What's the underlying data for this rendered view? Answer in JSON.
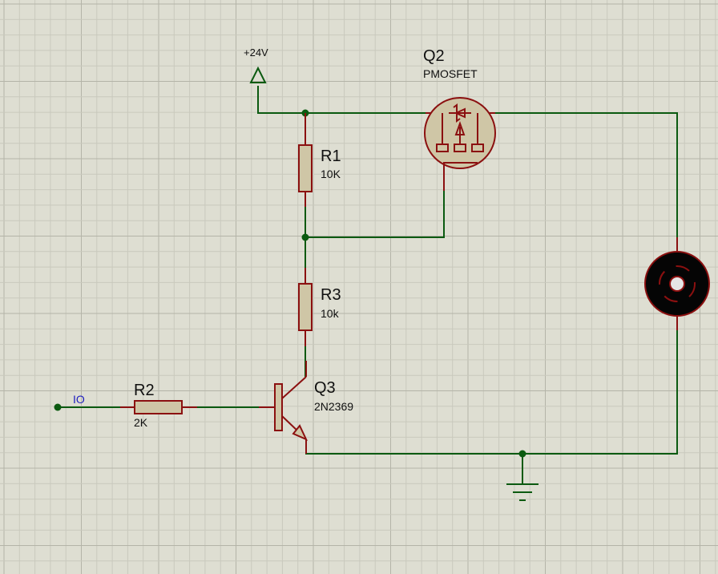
{
  "components": {
    "power": {
      "label": "+24V"
    },
    "q2": {
      "ref": "Q2",
      "value": "PMOSFET"
    },
    "r1": {
      "ref": "R1",
      "value": "10K"
    },
    "r3": {
      "ref": "R3",
      "value": "10k"
    },
    "r2": {
      "ref": "R2",
      "value": "2K"
    },
    "q3": {
      "ref": "Q3",
      "value": "2N2369"
    }
  },
  "terminals": {
    "io": {
      "label": "IO"
    }
  },
  "colors": {
    "background": "#deded2",
    "grid_minor": "#c9c9bd",
    "grid_major": "#b4b4a8",
    "wire": "#0b5a10",
    "component": "#8b1010",
    "component_fill": "#cfc6a6",
    "io_label": "#2020c0"
  }
}
